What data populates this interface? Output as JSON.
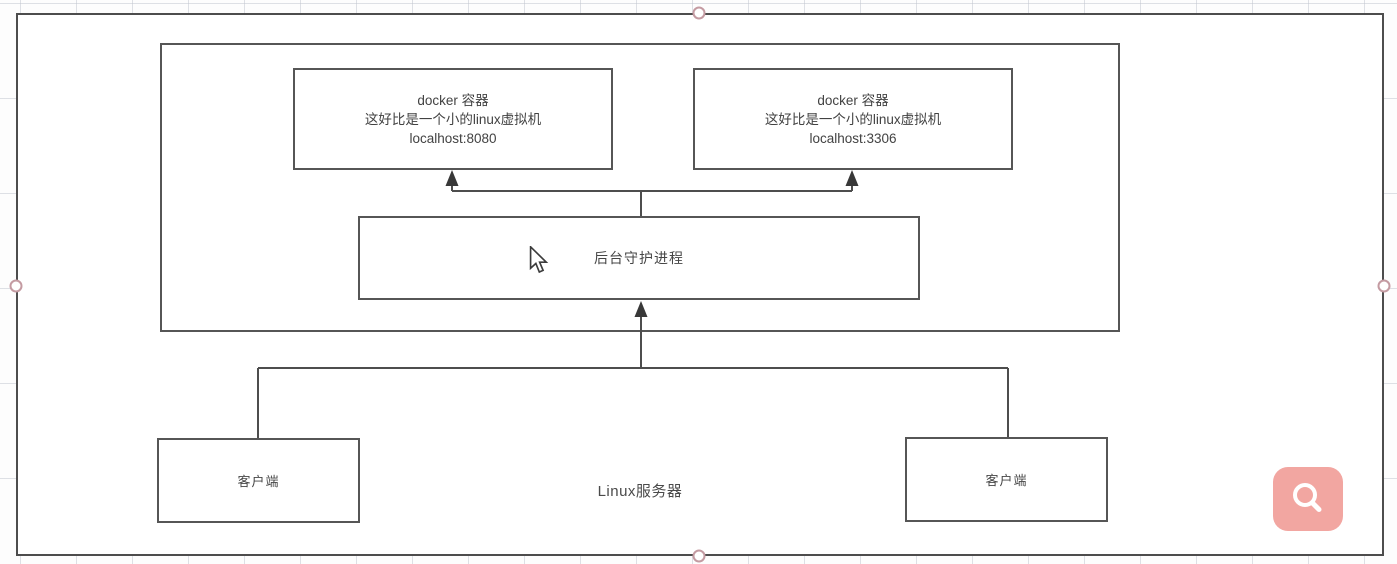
{
  "diagram": {
    "server_label": "Linux服务器",
    "docker_containers": [
      {
        "title": "docker 容器",
        "subtitle": "这好比是一个小的linux虚拟机",
        "address": "localhost:8080"
      },
      {
        "title": "docker 容器",
        "subtitle": "这好比是一个小的linux虚拟机",
        "address": "localhost:3306"
      }
    ],
    "daemon_label": "后台守护进程",
    "clients": [
      {
        "label": "客户端"
      },
      {
        "label": "客户端"
      }
    ]
  },
  "selection": {
    "selected_shape": "linux-server-rectangle",
    "handle_positions": [
      "top-center",
      "right-middle",
      "bottom-center",
      "left-middle"
    ],
    "handle_border_color": "#c49ba2"
  },
  "floating_button": {
    "icon": "search-icon",
    "background_color": "#f2a6a1",
    "glyph_color": "#ffffff"
  },
  "cursor": {
    "type": "arrow-pointer"
  },
  "colors": {
    "connector_line": "#4d4d4d",
    "box_border": "#565656",
    "text": "#424242",
    "grid": "#e9ebee"
  }
}
